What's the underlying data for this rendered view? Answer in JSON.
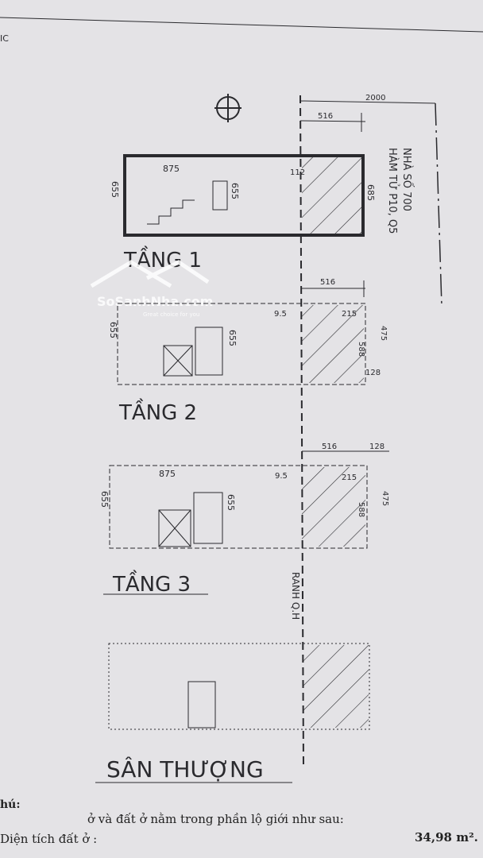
{
  "header": {
    "code": "IC"
  },
  "address": {
    "line1": "NHÀ SỐ 700",
    "line2": "HÀM TỬ P10, Q5"
  },
  "boundary_label": "RANH Q.H",
  "dimensions": {
    "total": "2000",
    "setback": "516",
    "length": "875",
    "width": "655",
    "right_width": "685",
    "small": "112",
    "d95": "9.5",
    "d215": "215",
    "d475": "475",
    "d588": "588",
    "d128": "128"
  },
  "floors": [
    {
      "label": "TẦNG 1"
    },
    {
      "label": "TẦNG 2"
    },
    {
      "label": "TẦNG 3"
    },
    {
      "label": "SÂN THƯỢNG"
    }
  ],
  "watermark": {
    "brand": "SoSanhNha.com",
    "tagline": "Great choice for you"
  },
  "notes": {
    "heading": "hú:",
    "line1": "ở và đất ở nằm trong phần lộ giới như sau:",
    "area_label": "Diện tích đất ở :",
    "area_value": "34,98 m²."
  },
  "colors": {
    "paper": "#e4e3e6",
    "ink": "#2a2a2e"
  }
}
